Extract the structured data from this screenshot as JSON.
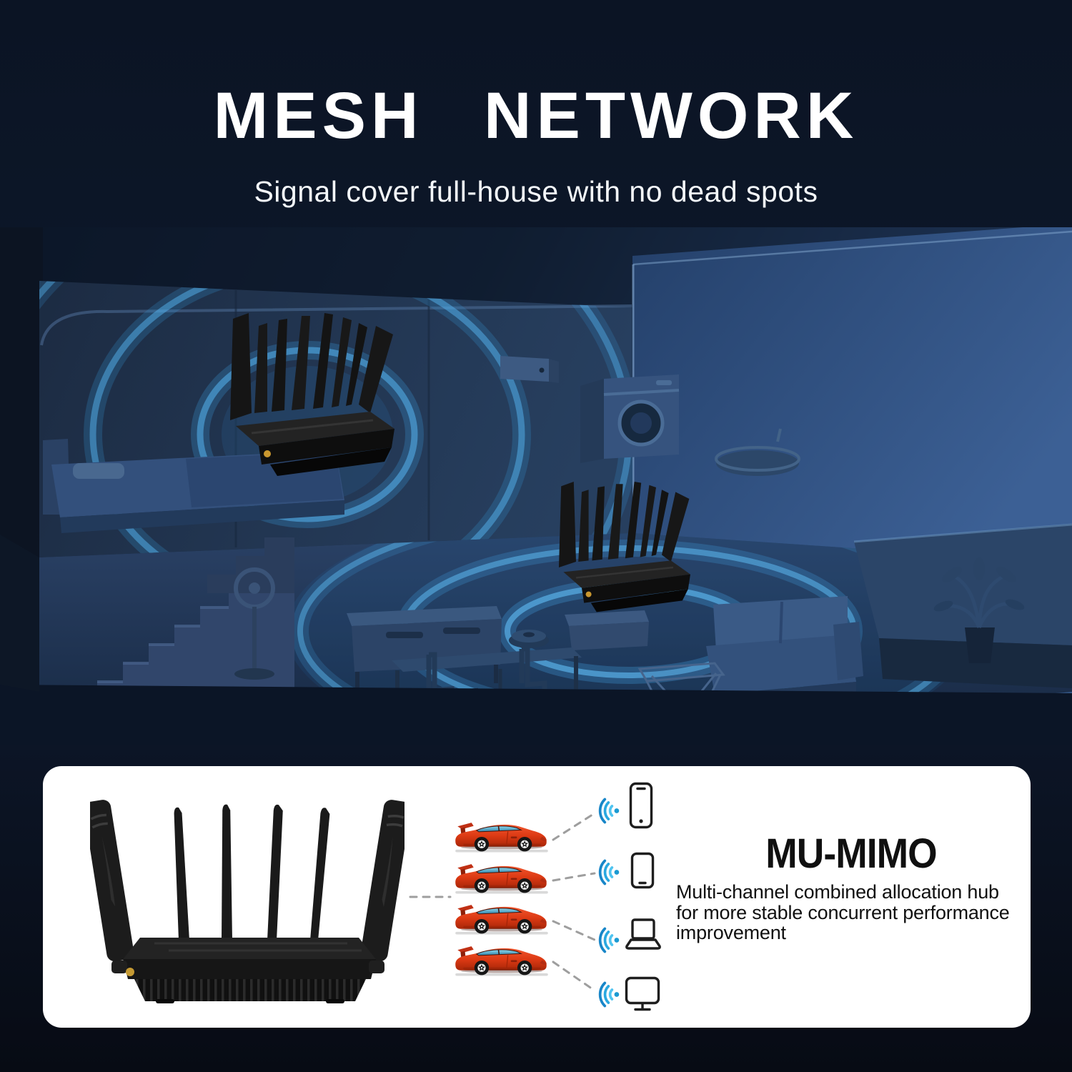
{
  "header": {
    "title": "MESH NETWORK",
    "subtitle": "Signal cover full-house with no dead spots"
  },
  "scene": {
    "name": "smart-home-3d-cutaway",
    "routers": [
      "main-mesh-router",
      "satellite-mesh-router"
    ],
    "ripple_color": "#3f9ad4",
    "wall_blue": "#2d4c79",
    "furniture": [
      "bed",
      "air-conditioner",
      "washing-machine",
      "basin",
      "stairs",
      "standing-fan",
      "sideboard",
      "robot-vacuum",
      "dining-table",
      "chairs",
      "sofa",
      "glass-table",
      "potted-plant"
    ]
  },
  "panel": {
    "heading": "MU-MIMO",
    "description": "Multi-channel combined allocation hub for more stable concurrent performance improvement",
    "background": "#ffffff",
    "router_icon": "eight-antenna-router",
    "car_color": "#e8451f",
    "wifi_icon_color": "#29a8e0",
    "lanes": [
      {
        "vehicle": "red-sports-car",
        "client": "smartphone"
      },
      {
        "vehicle": "red-sports-car",
        "client": "tablet"
      },
      {
        "vehicle": "red-sports-car",
        "client": "laptop"
      },
      {
        "vehicle": "red-sports-car",
        "client": "monitor"
      }
    ]
  },
  "colors": {
    "background_top": "#0b1424",
    "background_bottom": "#070b14",
    "title_text": "#ffffff",
    "panel_text": "#101010",
    "connector_gray": "#9e9e9e"
  }
}
